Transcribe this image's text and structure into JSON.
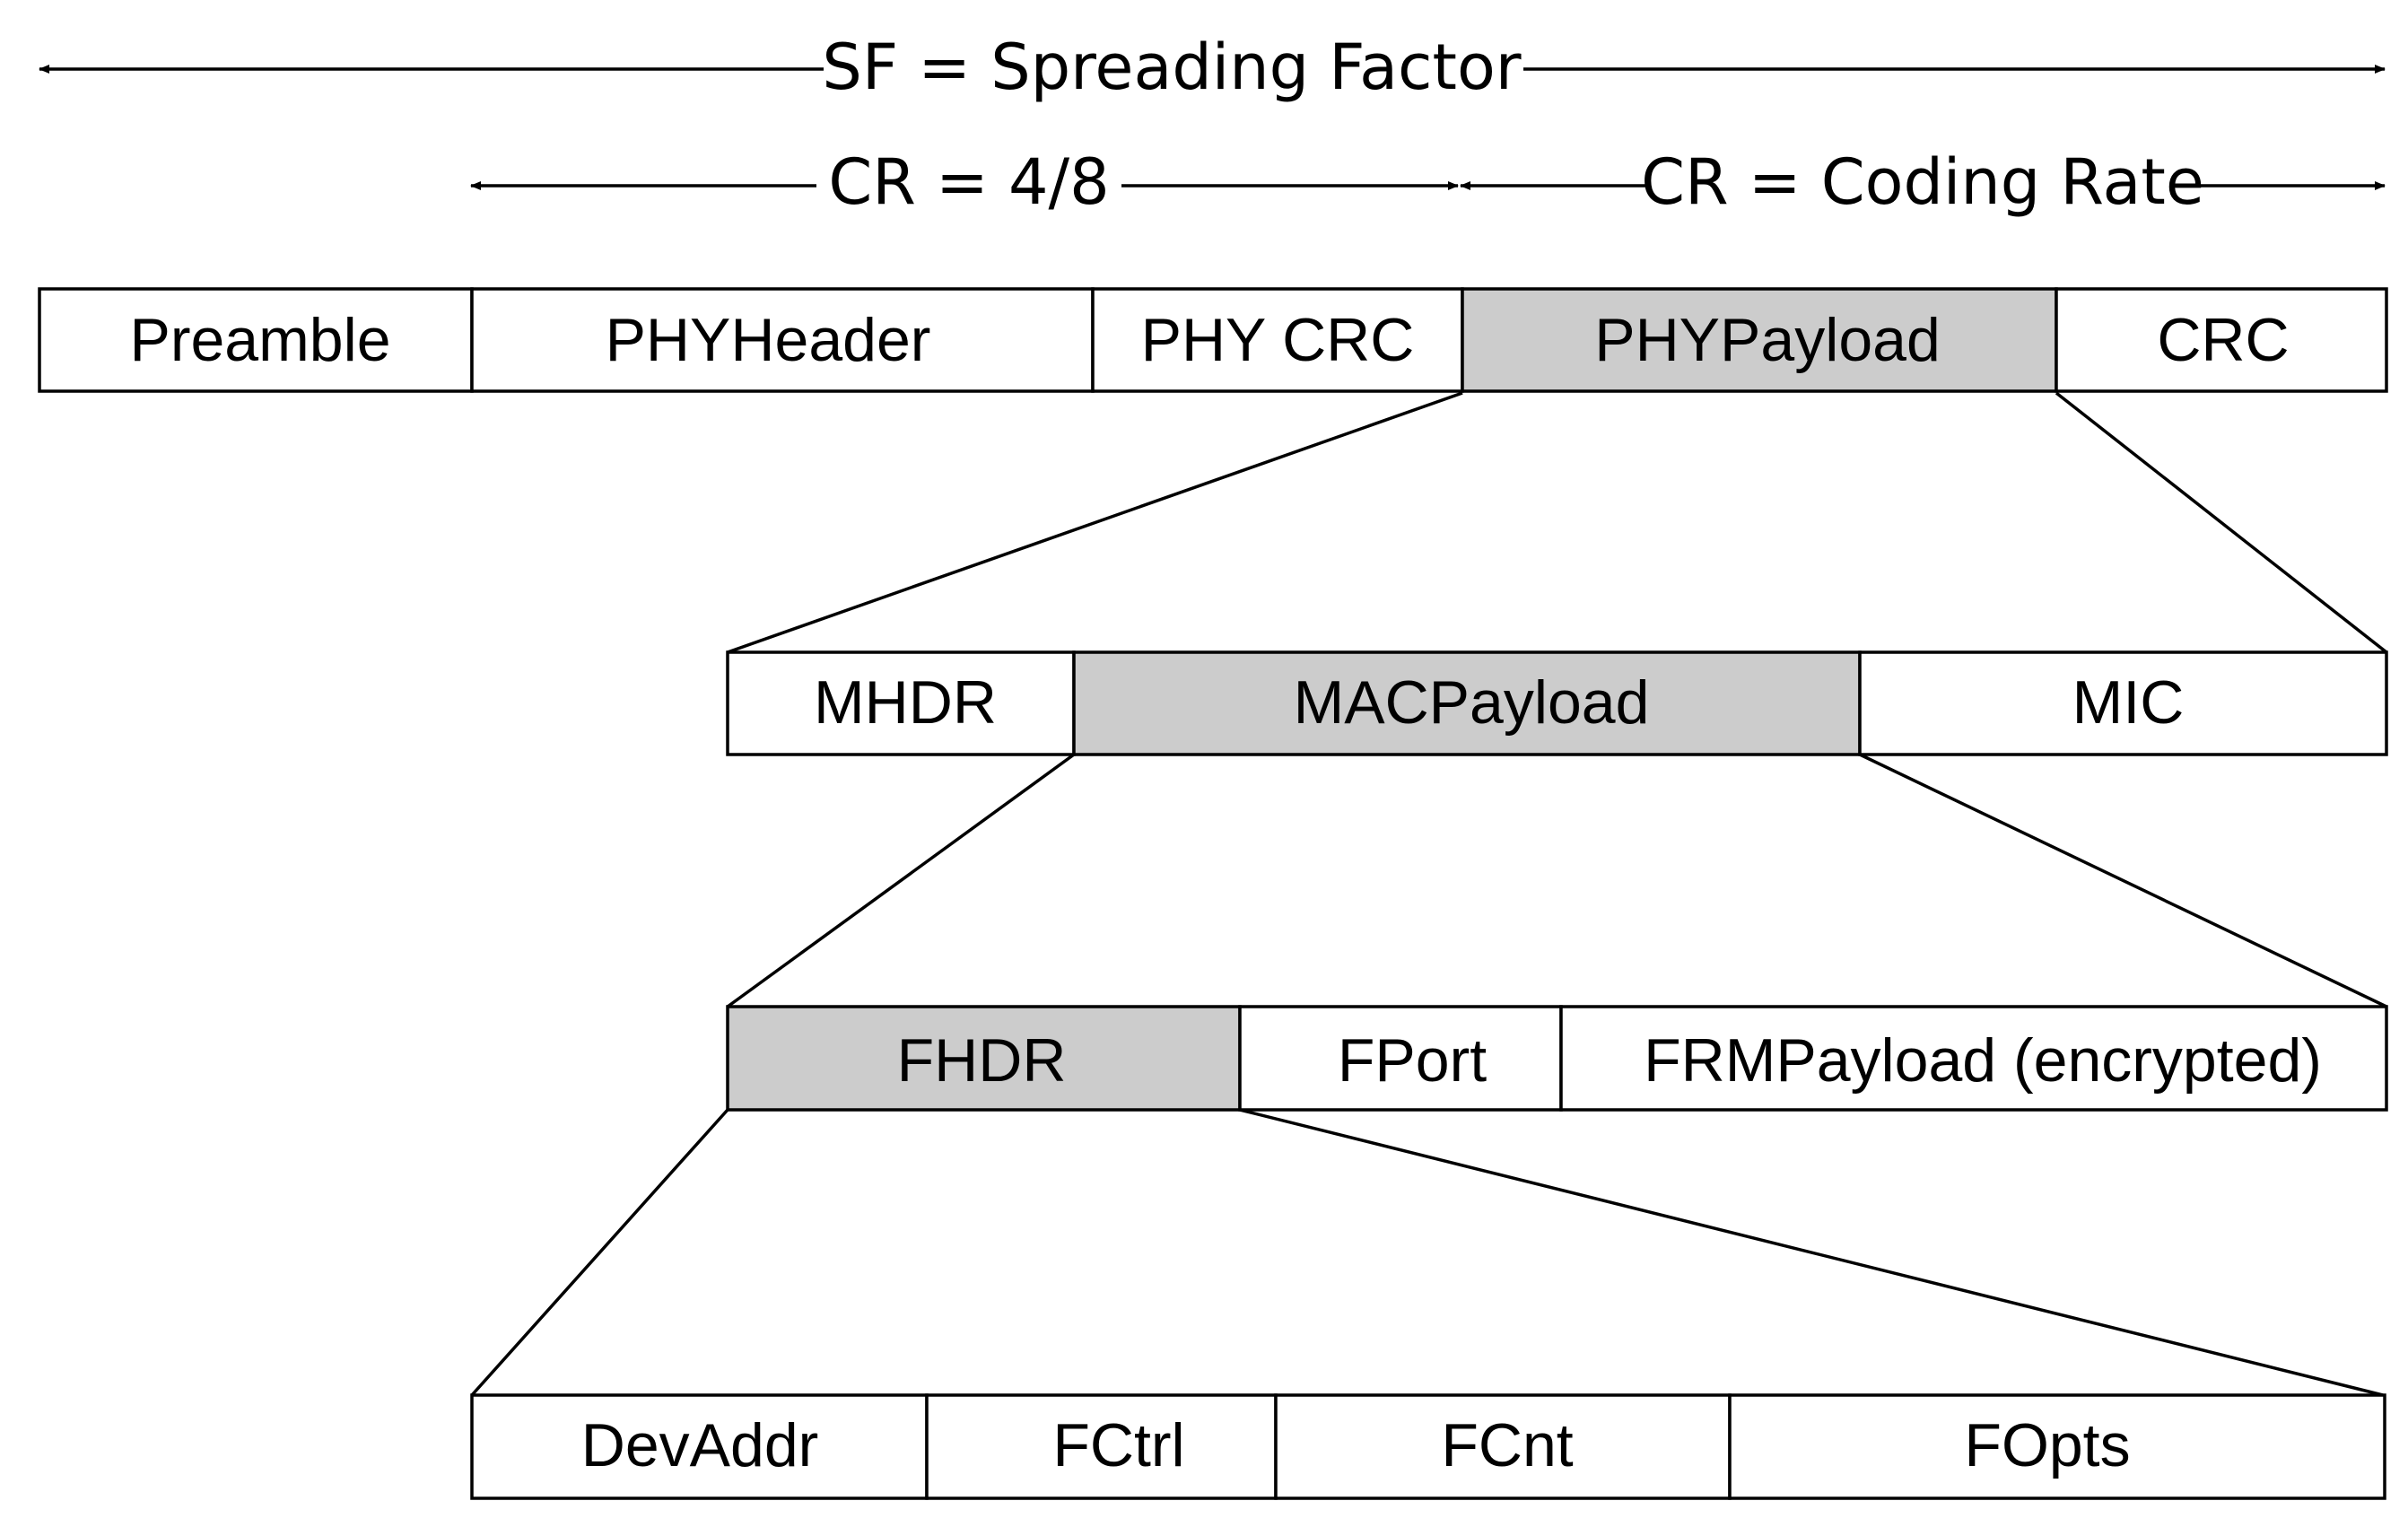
{
  "scales": {
    "spreading_factor": "SF = Spreading Factor",
    "header_coding_rate": "CR = 4/8",
    "payload_coding_rate": "CR = Coding Rate"
  },
  "rows": {
    "phy": {
      "segments": [
        {
          "label": "Preamble",
          "highlighted": false
        },
        {
          "label": "PHYHeader",
          "highlighted": false
        },
        {
          "label": "PHY CRC",
          "highlighted": false
        },
        {
          "label": "PHYPayload",
          "highlighted": true
        },
        {
          "label": "CRC",
          "highlighted": false
        }
      ]
    },
    "mac": {
      "segments": [
        {
          "label": "MHDR",
          "highlighted": false
        },
        {
          "label": "MACPayload",
          "highlighted": true
        },
        {
          "label": "MIC",
          "highlighted": false
        }
      ]
    },
    "frame": {
      "segments": [
        {
          "label": "FHDR",
          "highlighted": true
        },
        {
          "label": "FPort",
          "highlighted": false
        },
        {
          "label": "FRMPayload (encrypted)",
          "highlighted": false
        }
      ]
    },
    "fhdr": {
      "segments": [
        {
          "label": "DevAddr",
          "highlighted": false
        },
        {
          "label": "FCtrl",
          "highlighted": false
        },
        {
          "label": "FCnt",
          "highlighted": false
        },
        {
          "label": "FOpts",
          "highlighted": false
        }
      ]
    }
  },
  "colors": {
    "highlight": "#cccccc",
    "background": "#ffffff",
    "stroke": "#000000"
  }
}
